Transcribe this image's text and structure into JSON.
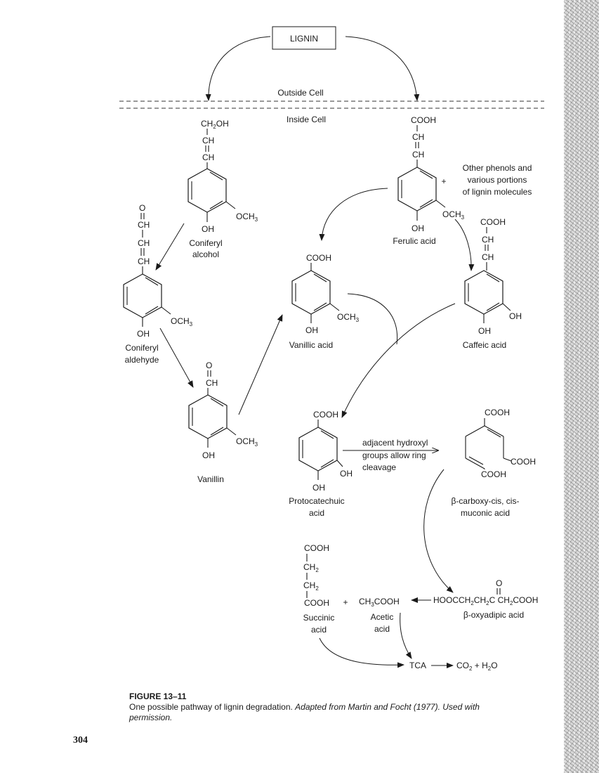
{
  "lignin_label": "LIGNIN",
  "outside_cell": "Outside Cell",
  "inside_cell": "Inside Cell",
  "other_phenols": [
    "Other phenols and",
    "various portions",
    "of lignin molecules"
  ],
  "plus": "+",
  "groups": {
    "cooh": "COOH",
    "ch": "CH",
    "ch2oh": "CH2OH",
    "ocH3": "OCH3",
    "oh": "OH",
    "o": "O"
  },
  "compounds": {
    "coniferyl_alcohol": [
      "Coniferyl",
      "alcohol"
    ],
    "coniferyl_aldehyde": [
      "Coniferyl",
      "aldehyde"
    ],
    "vanillin": "Vanillin",
    "ferulic_acid": "Ferulic acid",
    "vanillic_acid": "Vanillic acid",
    "caffeic_acid": "Caffeic acid",
    "protocatechuic_acid": [
      "Protocatechuic",
      "acid"
    ],
    "carboxy_muconic": [
      "β-carboxy-cis, cis-",
      "muconic acid"
    ],
    "oxyadipic": "β-oxyadipic acid",
    "succinic_acid": [
      "Succinic",
      "acid"
    ],
    "acetic_acid": [
      "Acetic",
      "acid"
    ]
  },
  "ring_cleavage_note": [
    "adjacent hydroxyl",
    "groups allow ring",
    "cleavage"
  ],
  "oxyadipic_formula": "HOOCCH2CH2C CH2COOH",
  "acetic_formula": "CH3COOH",
  "tca": "TCA",
  "products": "CO2 + H2O",
  "caption": {
    "figure": "FIGURE 13–11",
    "text": "One possible pathway of lignin degradation. ",
    "credit": "Adapted from Martin and Focht (1977). Used with permission."
  },
  "page_number": "304"
}
